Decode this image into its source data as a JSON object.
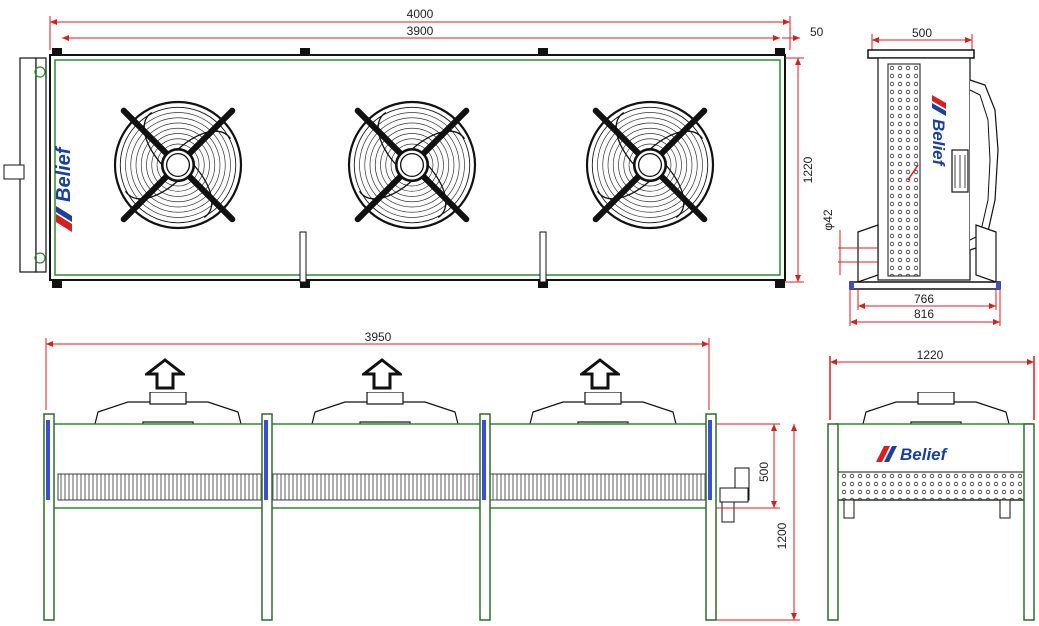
{
  "brand": {
    "name": "Belief",
    "colors": {
      "blue": "#1a3f9c",
      "red": "#d42020"
    }
  },
  "colors": {
    "dimension_line": "#d42020",
    "frame_outline": "#2e8b2e",
    "support_leg": "#2d6b2d",
    "leg_accent": "#3b4fd0",
    "line": "#111111"
  },
  "top_view": {
    "dim_overall": "4000",
    "dim_inner": "3900",
    "dim_offset": "50",
    "dim_height": "1220",
    "fan_count": 3
  },
  "side_view_top": {
    "dim_top": "500",
    "dim_pipe": "φ42",
    "dim_base_inner": "766",
    "dim_base_outer": "816"
  },
  "front_view": {
    "dim_length": "3950",
    "dim_coil_height": "500",
    "dim_leg_height": "1200",
    "fan_count": 3
  },
  "end_view": {
    "dim_width": "1220"
  }
}
